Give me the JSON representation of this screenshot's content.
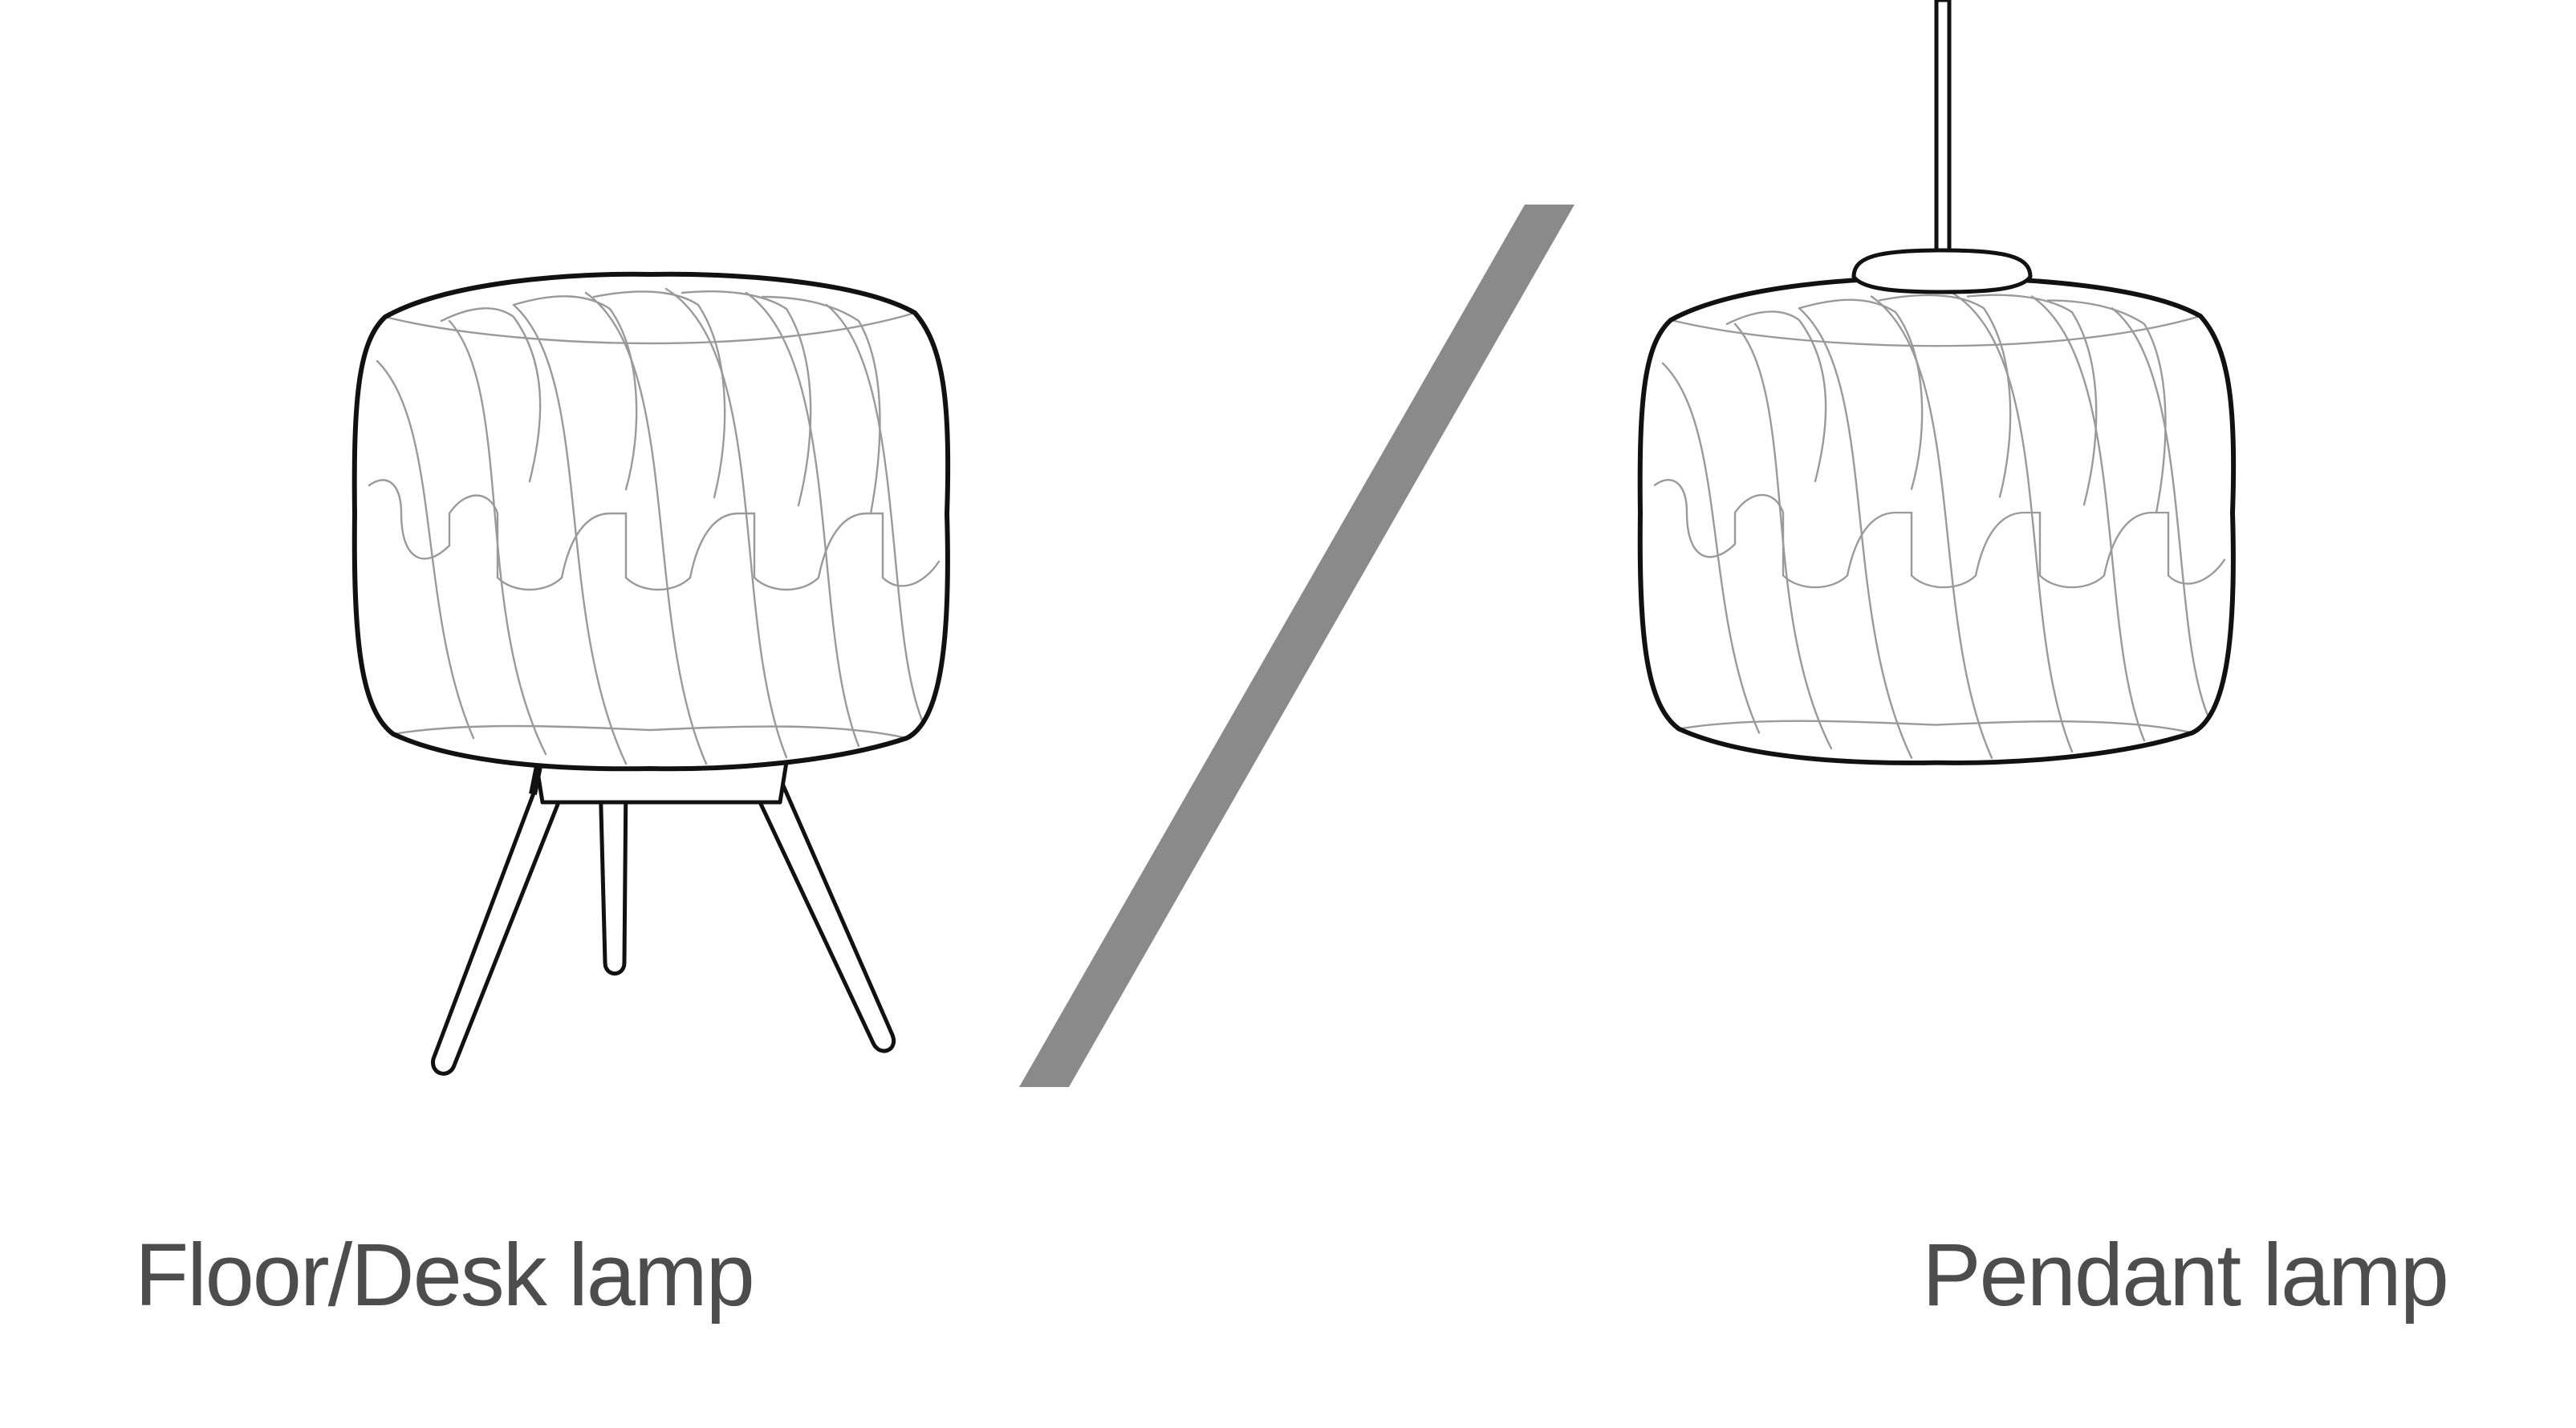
{
  "labels": {
    "left": "Floor/Desk lamp",
    "right": "Pendant lamp"
  },
  "colors": {
    "background": "#ffffff",
    "caption": "#4d4d4d",
    "divider": "#8a8a8a",
    "outline": "#111111",
    "seam": "#9a9a9a",
    "shade": "#ffffff"
  },
  "icons": {
    "left_lamp": "tripod-floor-lamp-icon",
    "right_lamp": "pendant-lamp-icon",
    "divider": "slash-divider"
  }
}
